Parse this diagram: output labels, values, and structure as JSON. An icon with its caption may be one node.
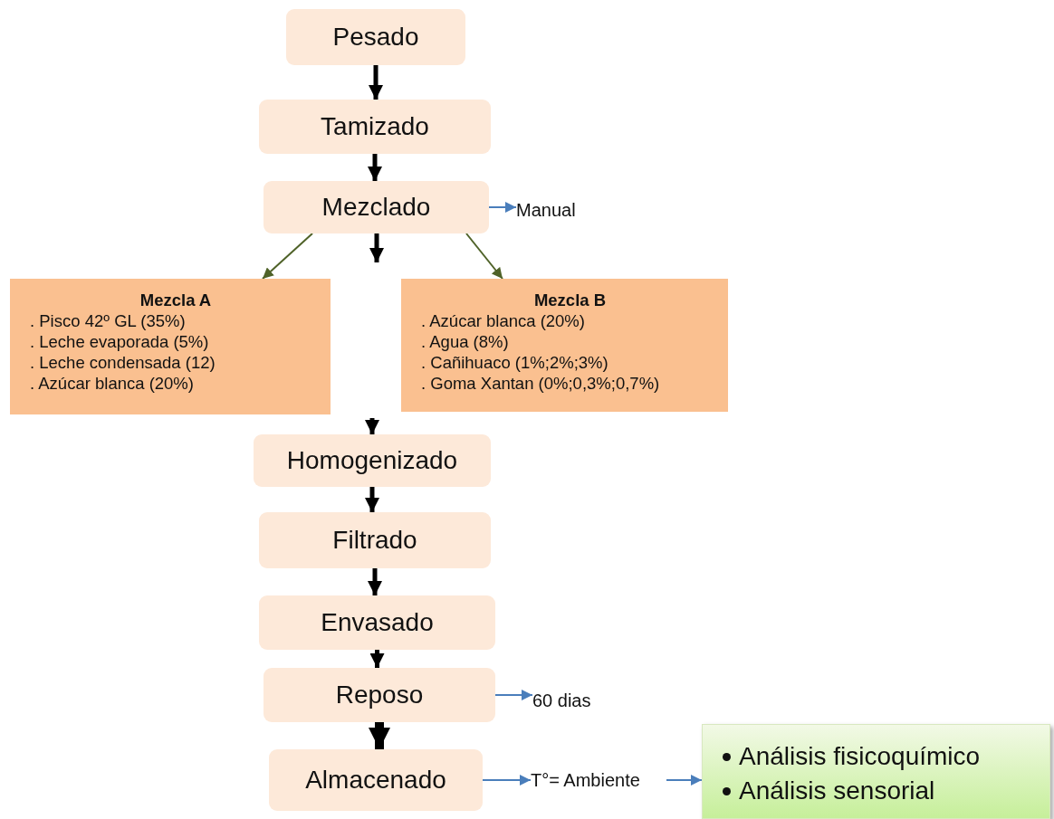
{
  "diagram": {
    "nodes": [
      {
        "text": [
          "Pesado"
        ]
      },
      {
        "text": [
          "Tamizado"
        ]
      },
      {
        "text": [
          "Mezclado"
        ]
      },
      {
        "text": [
          "Manual"
        ]
      },
      {
        "text": [
          "Mezcla A",
          ". Pisco 42º GL (35%)",
          ". Leche evaporada (5%)",
          ". Leche condensada (12)",
          ". Azúcar blanca (20%)"
        ]
      },
      {
        "text": [
          "Mezcla B",
          ". Azúcar blanca (20%)",
          ". Agua (8%)",
          ". Cañihuaco (1%;2%;3%)",
          ". Goma Xantan (0%;0,3%;0,7%)"
        ]
      },
      {
        "text": [
          "Homogenizado"
        ]
      },
      {
        "text": [
          "Filtrado"
        ]
      },
      {
        "text": [
          "Envasado"
        ]
      },
      {
        "text": [
          "Reposo"
        ]
      },
      {
        "text": [
          "60 dias"
        ]
      },
      {
        "text": [
          "Almacenado"
        ]
      },
      {
        "text": [
          "T°= Ambiente"
        ]
      },
      {
        "text": [
          "Análisis fisicoquímico",
          "Análisis sensorial"
        ]
      }
    ],
    "edges": [
      {
        "from": 0,
        "to": 1,
        "arrow": "to"
      },
      {
        "from": 1,
        "to": 2,
        "arrow": "to"
      },
      {
        "from": 2,
        "to": 3,
        "arrow": "to",
        "color": "#4a7ebb"
      },
      {
        "from": 2,
        "to": 4,
        "arrow": "to",
        "color": "#4f6228"
      },
      {
        "from": 2,
        "to": null,
        "arrow": "to"
      },
      {
        "from": 2,
        "to": 5,
        "arrow": "to",
        "color": "#4f6228"
      },
      {
        "from": null,
        "to": 6,
        "arrow": "to"
      },
      {
        "from": 6,
        "to": 7,
        "arrow": "to"
      },
      {
        "from": 7,
        "to": 8,
        "arrow": "to"
      },
      {
        "from": 8,
        "to": 9,
        "arrow": "to"
      },
      {
        "from": 9,
        "to": 10,
        "arrow": "to",
        "color": "#4a7ebb"
      },
      {
        "from": 9,
        "to": 11,
        "arrow": "to",
        "style": "thick"
      },
      {
        "from": 11,
        "to": 12,
        "arrow": "to",
        "color": "#4a7ebb"
      },
      {
        "from": 12,
        "to": 13,
        "arrow": "to",
        "color": "#4a7ebb"
      }
    ]
  }
}
